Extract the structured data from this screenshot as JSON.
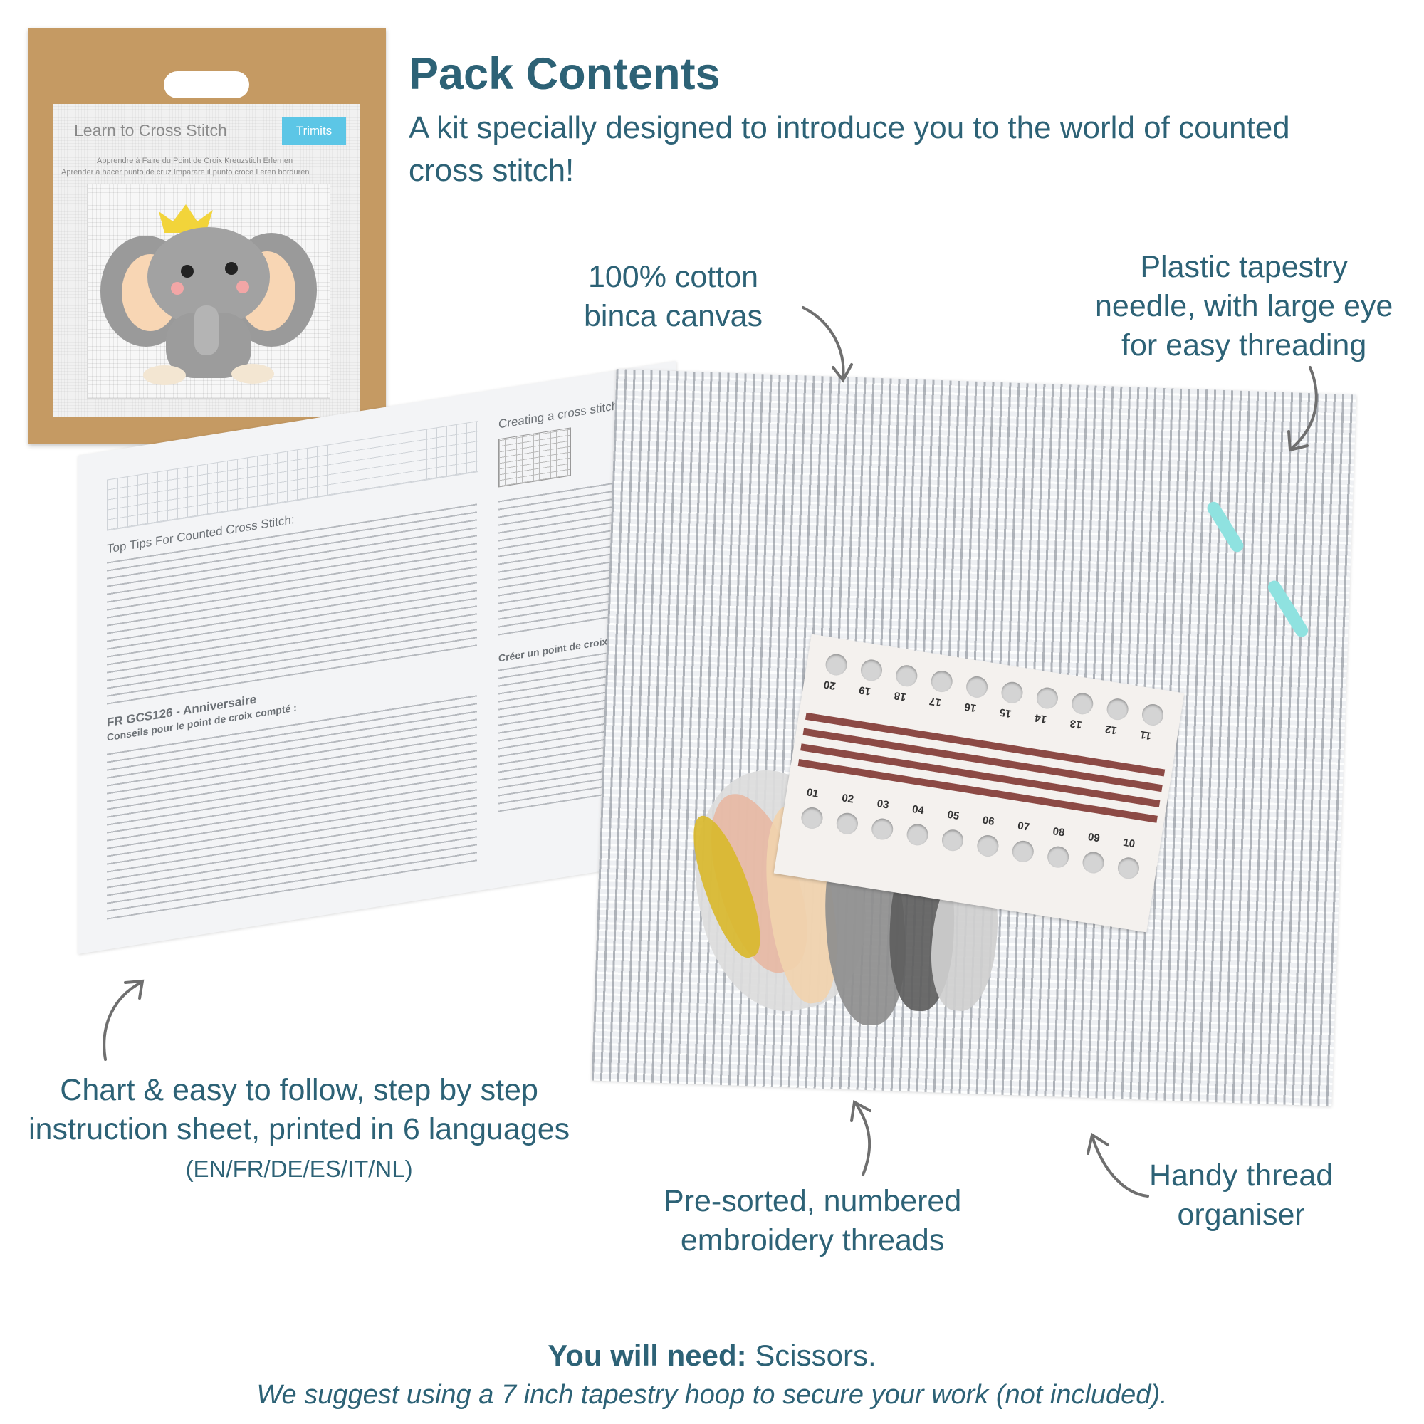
{
  "header": {
    "title": "Pack Contents",
    "subtitle": "A kit specially designed to introduce you to the world of counted cross stitch!"
  },
  "package": {
    "title": "Learn to Cross Stitch",
    "brand": "Trimits",
    "languages_line1": "Apprendre à Faire du Point de Croix   Kreuzstich Erlernen",
    "languages_line2": "Aprender a hacer punto de cruz   Imparare il punto croce   Leren borduren"
  },
  "sheet": {
    "heading_en": "Top Tips For Counted Cross Stitch:",
    "heading_step": "Creating a cross stitch:",
    "heading_fr": "FR GCS126 - Anniversaire",
    "heading_fr_sub": "Conseils pour le point de croix compté :",
    "heading_fr_step": "Créer un point de croix :"
  },
  "organiser": {
    "top_numbers": [
      "20",
      "19",
      "18",
      "17",
      "16",
      "15",
      "14",
      "13",
      "12",
      "11"
    ],
    "bottom_numbers": [
      "01",
      "02",
      "03",
      "04",
      "05",
      "06",
      "07",
      "08",
      "09",
      "10"
    ]
  },
  "labels": {
    "canvas_line1": "100% cotton",
    "canvas_line2": "binca canvas",
    "needle_line1": "Plastic tapestry",
    "needle_line2": "needle, with large eye",
    "needle_line3": "for easy threading",
    "sheet_line1": "Chart & easy to follow, step by step",
    "sheet_line2": "instruction sheet, printed in 6 languages",
    "sheet_line3": "(EN/FR/DE/ES/IT/NL)",
    "threads_line1": "Pre-sorted, numbered",
    "threads_line2": "embroidery threads",
    "organiser_line1": "Handy thread",
    "organiser_line2": "organiser"
  },
  "footer": {
    "need_strong": "You will need:",
    "need_rest": " Scissors.",
    "suggestion": "We suggest using a 7 inch tapestry hoop to secure your work (not included)."
  },
  "colors": {
    "text": "#2d6276",
    "package_kraft": "#c59a63",
    "organiser_stripe": "#8c4a45",
    "needle": "#8fe2e0"
  }
}
